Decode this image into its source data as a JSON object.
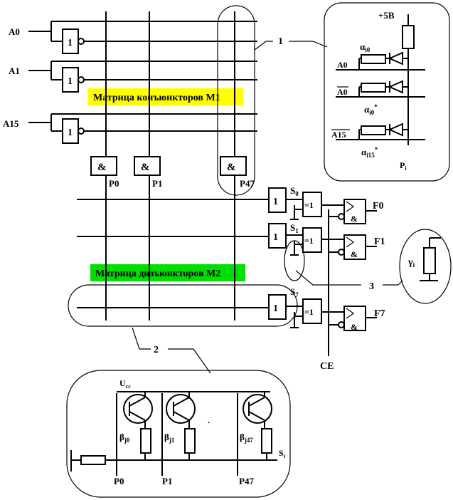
{
  "inputs": [
    "A0",
    "A1",
    "A15"
  ],
  "matrix_m1_label": "Матрица конъюнкторов М1",
  "matrix_m2_label": "Матрица дизъюнкторов М2",
  "highlight_colors": {
    "m1": "#ffff00",
    "m2": "#00dd00"
  },
  "gate_inverter_symbol": "1",
  "gate_and_symbol": "&",
  "gate_or_symbol": "1",
  "gate_xor_symbol": "=1",
  "product_terms": [
    "P0",
    "P1",
    "P47"
  ],
  "s_labels": {
    "s0": "S",
    "s0_sub": "0",
    "s1": "S",
    "s1_sub": "1",
    "s7": "S",
    "s7_sub": "7"
  },
  "outputs": [
    "F0",
    "F1",
    "F7"
  ],
  "ce_label": "CE",
  "callouts": [
    "1",
    "2",
    "3"
  ],
  "detail1": {
    "supply": "+5B",
    "row0": "A0",
    "row1": "A0",
    "row2": "A15",
    "alpha0": "α",
    "alpha0_sub": "i0",
    "alpha1": "α",
    "alpha1_sub": "i0",
    "alpha1_sup": "*",
    "alpha2": "α",
    "alpha2_sub": "i15",
    "alpha2_sup": "*",
    "p_label": "P",
    "p_sub": "i"
  },
  "detail3": {
    "gamma": "γ",
    "gamma_sub": "i"
  },
  "detail2": {
    "ucc": "U",
    "ucc_sub": "cc",
    "beta0": "β",
    "beta0_sub": "j0",
    "beta1": "β",
    "beta1_sub": "j1",
    "beta47": "β",
    "beta47_sub": "j47",
    "s_label": "S",
    "s_sub": "i",
    "p0": "P0",
    "p1": "P1",
    "p47": "P47",
    "dot": "."
  }
}
